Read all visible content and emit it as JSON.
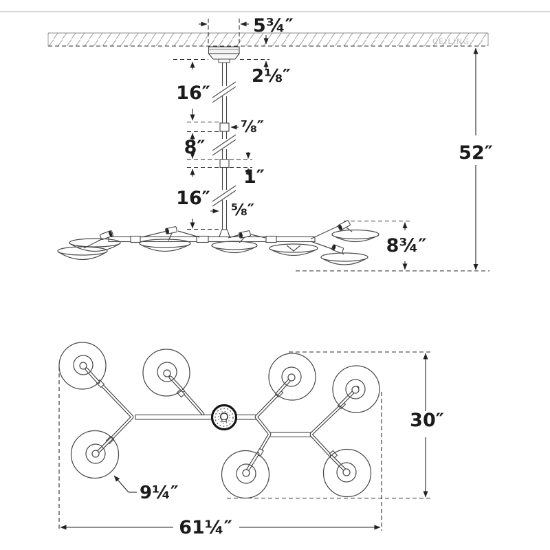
{
  "ceiling": {
    "label": "CEILING"
  },
  "side_view": {
    "canopy_width": "5¾″",
    "canopy_height": "2⅛″",
    "rod_upper": "16″",
    "coupler_upper": "⅞″",
    "rod_middle": "8″",
    "coupler_lower": "1″",
    "rod_lower": "16″",
    "stem_diameter": "⅝″",
    "body_height": "8¾″",
    "overall_height": "52″"
  },
  "plan_view": {
    "depth": "30″",
    "shade_diameter": "9¼″",
    "width": "61¼″"
  }
}
